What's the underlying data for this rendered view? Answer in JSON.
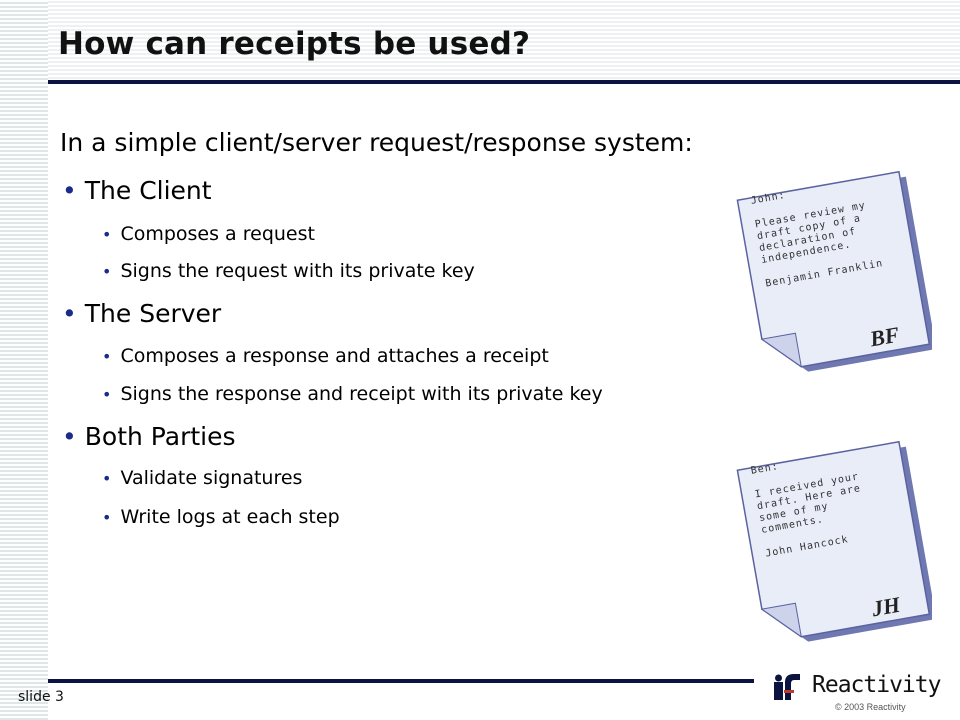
{
  "slide": {
    "title": "How can receipts be used?",
    "intro": "In a simple client/server request/response system:",
    "sections": [
      {
        "heading": "The Client",
        "items": [
          "Composes a request",
          "Signs the request with its private key"
        ]
      },
      {
        "heading": "The Server",
        "items": [
          "Composes a response and attaches a receipt",
          "Signs the response and receipt with its private key"
        ]
      },
      {
        "heading": "Both Parties",
        "items": [
          "Validate signatures",
          "Write logs at each step"
        ]
      }
    ],
    "notes": [
      {
        "text": "John:\n\nPlease review my\ndraft copy of a\ndeclaration of\nindependence.\n\nBenjamin Franklin",
        "initials": "BF"
      },
      {
        "text": "Ben:\n\nI received your\ndraft. Here are\nsome of my\ncomments.\n\nJohn Hancock",
        "initials": "JH"
      }
    ]
  },
  "footer": {
    "slide_label": "slide 3",
    "brand": "Reactivity",
    "copyright": "© 2003 Reactivity"
  },
  "colors": {
    "accent": "#0b1440",
    "bullet": "#1a2b8c",
    "note_fill": "#e9edf8",
    "note_shadow": "#6f78b0"
  }
}
